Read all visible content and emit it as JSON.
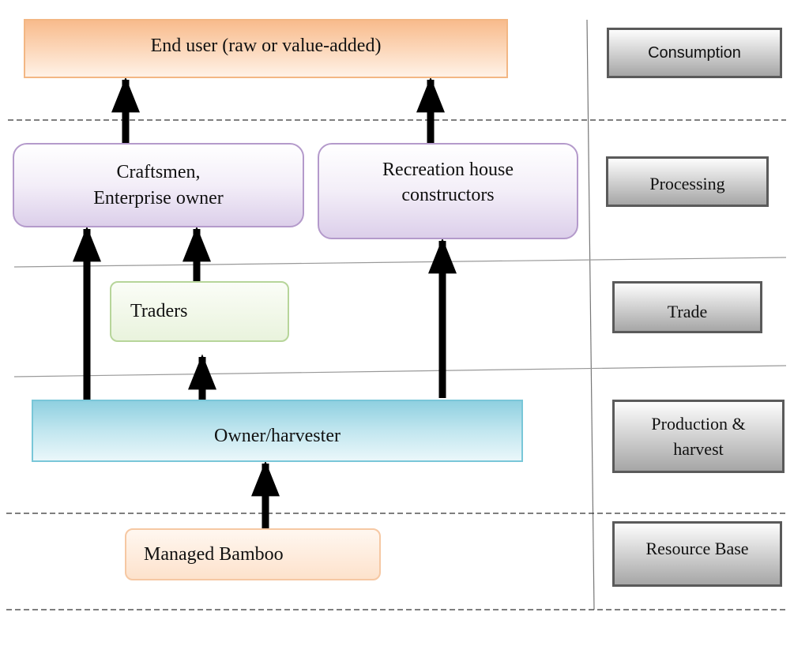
{
  "nodes": {
    "end_user": "End user (raw or value-added)",
    "craftsmen": [
      "Craftsmen,",
      "Enterprise owner"
    ],
    "recreation": [
      "Recreation house",
      "constructors"
    ],
    "traders": "Traders",
    "owner": "Owner/harvester",
    "bamboo": "Managed Bamboo"
  },
  "stages": {
    "consumption": "Consumption",
    "processing": "Processing",
    "trade": "Trade",
    "production": [
      "Production &",
      "harvest"
    ],
    "resource": "Resource Base"
  },
  "colors": {
    "end_user_fill": "#f8bb8c",
    "processing_fill": "#dccfea",
    "traders_fill": "#e9f3dd",
    "owner_fill": "#8fd0e0",
    "bamboo_fill": "#fde2cc",
    "stage_fill": "#a6a6a6",
    "arrow": "#000000"
  }
}
